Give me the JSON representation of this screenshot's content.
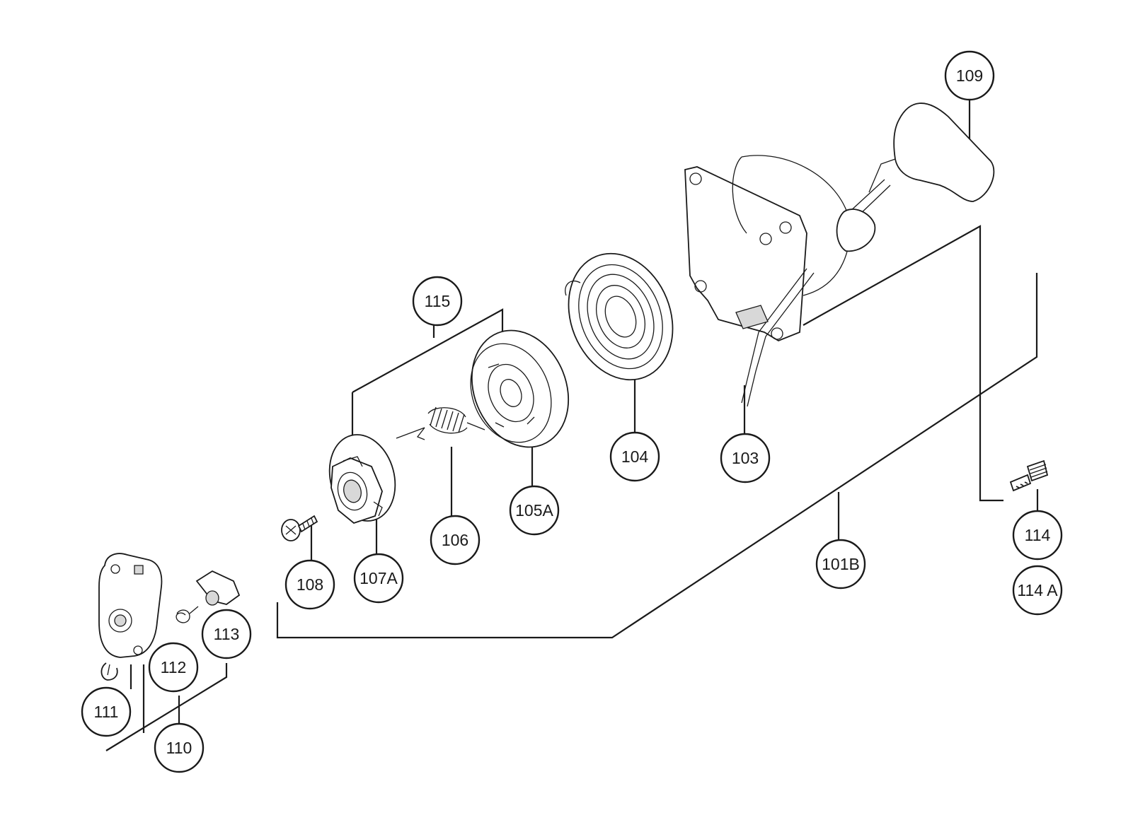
{
  "diagram": {
    "line_color": "#1a1a1a",
    "background": "#ffffff"
  },
  "callouts": [
    {
      "id": "c109",
      "label": "109"
    },
    {
      "id": "c115",
      "label": "115"
    },
    {
      "id": "c104",
      "label": "104"
    },
    {
      "id": "c103",
      "label": "103"
    },
    {
      "id": "c105a",
      "label": "105A"
    },
    {
      "id": "c106",
      "label": "106"
    },
    {
      "id": "c108",
      "label": "108"
    },
    {
      "id": "c107a",
      "label": "107A"
    },
    {
      "id": "c101b",
      "label": "101B"
    },
    {
      "id": "c114",
      "label": "114"
    },
    {
      "id": "c114a",
      "label": "114 A"
    },
    {
      "id": "c113",
      "label": "113"
    },
    {
      "id": "c112",
      "label": "112"
    },
    {
      "id": "c111",
      "label": "111"
    },
    {
      "id": "c110",
      "label": "110"
    }
  ]
}
